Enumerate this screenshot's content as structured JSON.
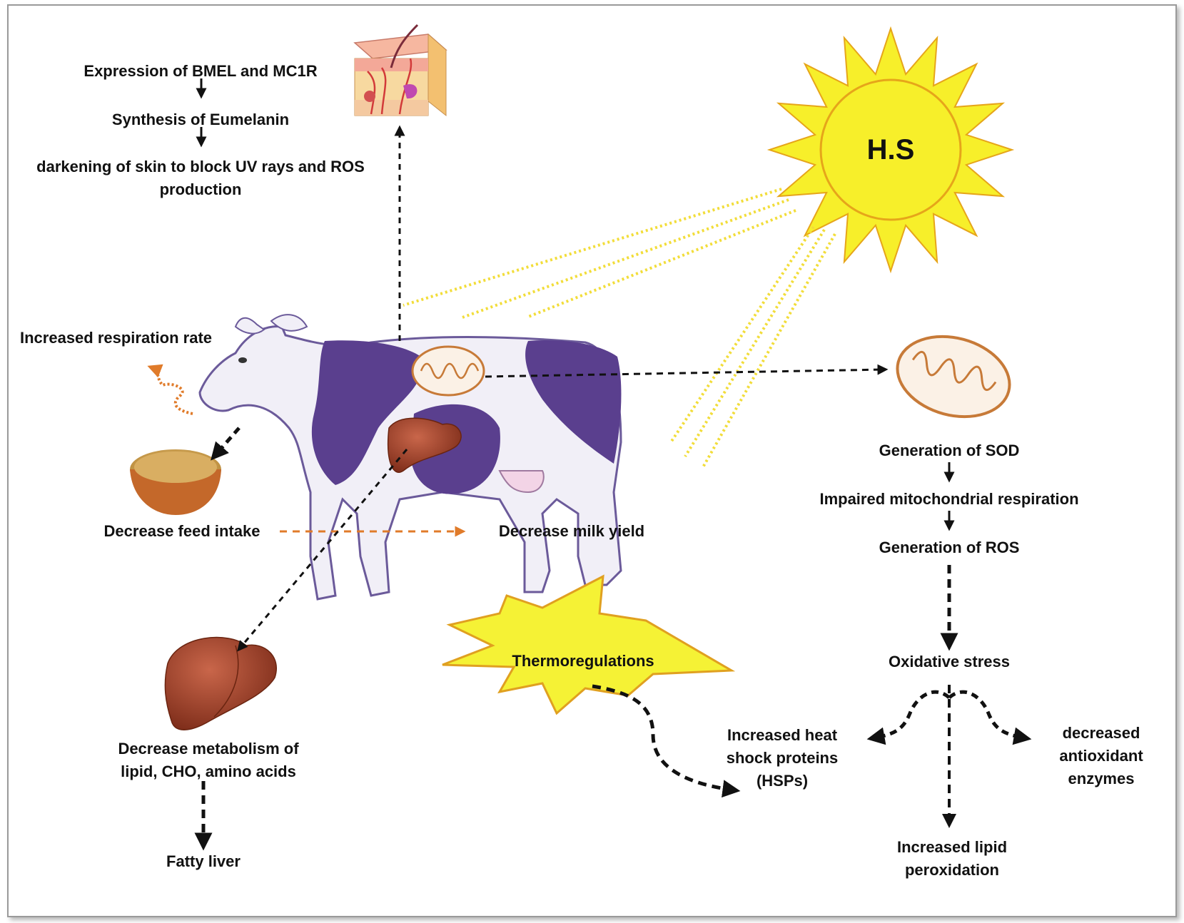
{
  "heat_source": {
    "label": "H.S",
    "color": "#f7ef2a",
    "ray_color": "#f2dd3a"
  },
  "skin_pathway": [
    "Expression of BMEL and MC1R",
    "Synthesis of Eumelanin",
    "darkening of skin to block UV rays and ROS production"
  ],
  "respiration": "Increased respiration rate",
  "feed": "Decrease feed intake",
  "milk": "Decrease milk yield",
  "liver_pathway": [
    "Decrease metabolism of lipid, CHO, amino acids",
    "Fatty liver"
  ],
  "thermoregulation": "Thermoregulations",
  "mito_pathway": [
    "Generation of SOD",
    "Impaired mitochondrial respiration",
    "Generation of ROS",
    "Oxidative stress"
  ],
  "oxidative_outcomes": {
    "hsp": "Increased heat shock proteins (HSPs)",
    "antioxidant": "decreased antioxidant enzymes",
    "lipid": "Increased lipid peroxidation"
  },
  "colors": {
    "cow_patch": "#5a3f8e",
    "cow_body": "#f1eff7",
    "liver": "#a8472c",
    "mito": "#c77a38",
    "orange_arrow": "#e07b2a",
    "burst": "#f5f235"
  }
}
